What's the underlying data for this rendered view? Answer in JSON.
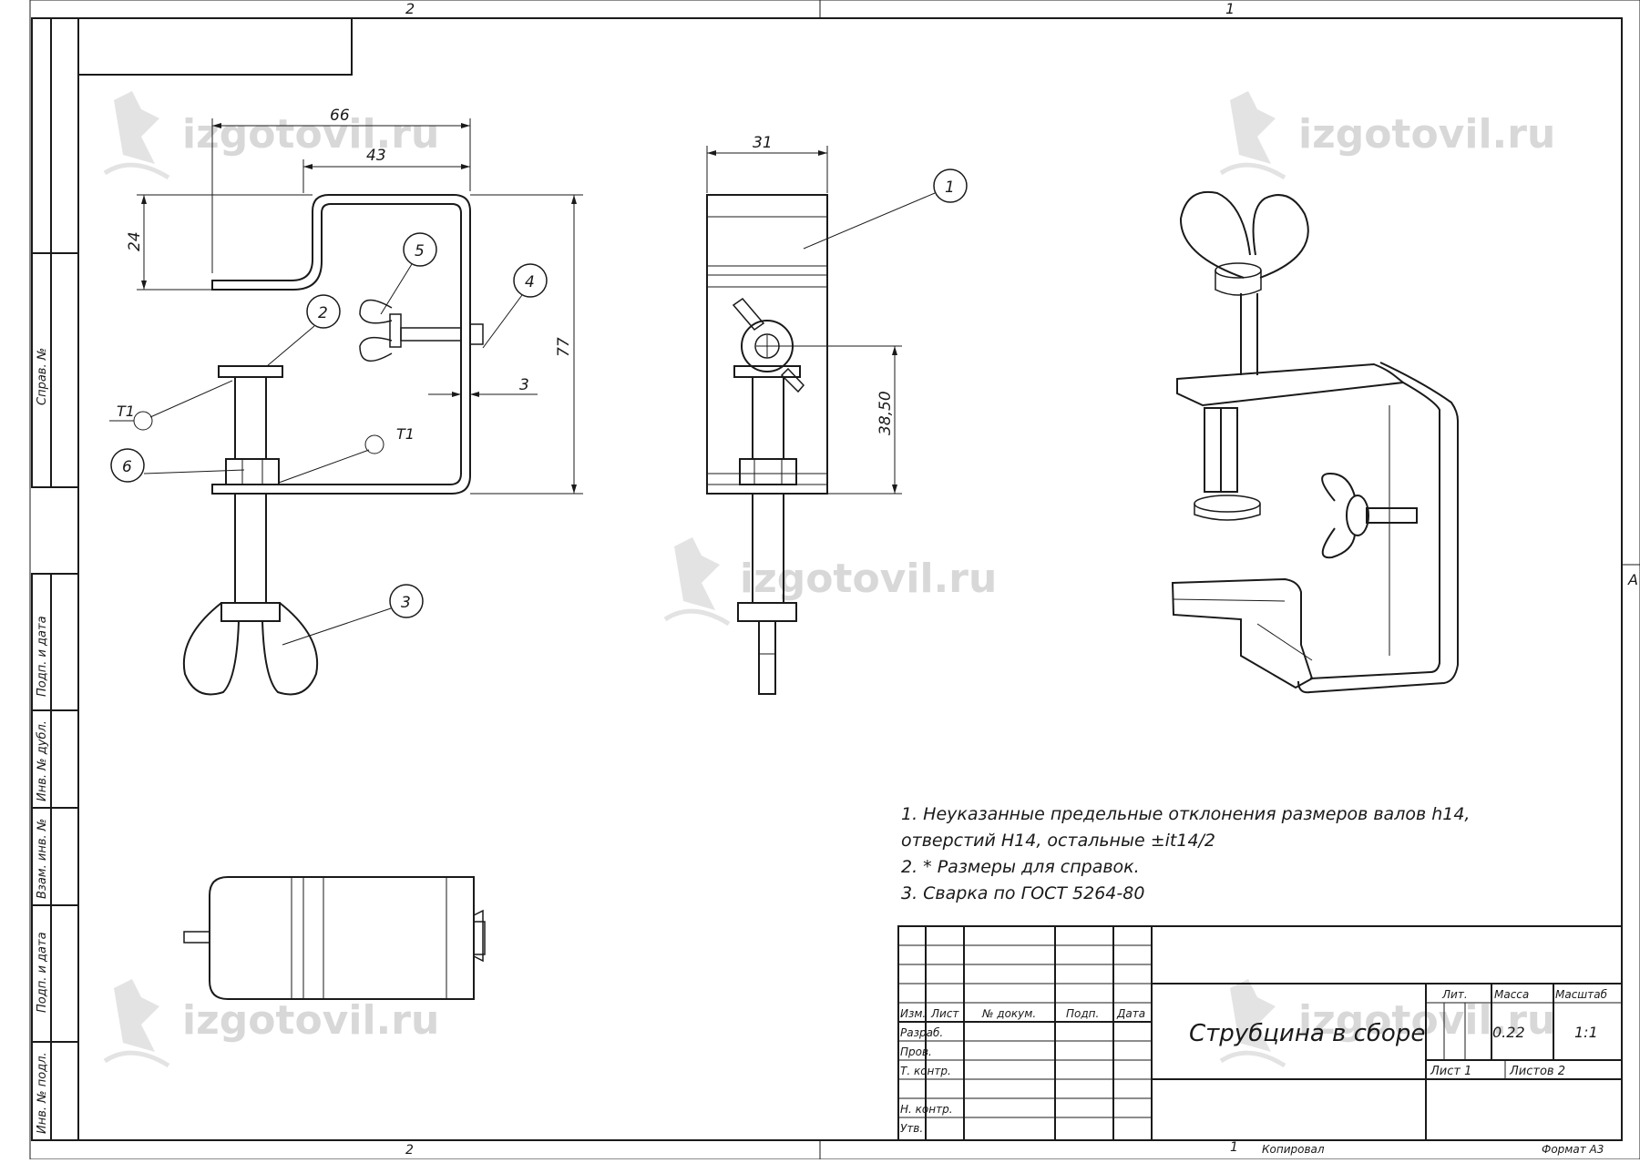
{
  "zones": {
    "top_left": "2",
    "top_right": "1",
    "bottom_left": "2",
    "bottom_right": "1",
    "right_side": "A"
  },
  "watermark": "izgotovil.ru",
  "side_stamps": [
    "Справ. №",
    "Подп. и дата",
    "Инв. № дубл.",
    "Взам. инв. №",
    "Подп. и дата",
    "Инв. № подл."
  ],
  "dimensions": {
    "front_width": "66",
    "front_inner": "43",
    "front_height_top": "24",
    "front_total": "77",
    "front_gap": "3",
    "side_width": "31",
    "side_height": "38,50"
  },
  "leaders": [
    "1",
    "2",
    "3",
    "4",
    "5",
    "6"
  ],
  "weld_marks": [
    "T1",
    "T1"
  ],
  "notes": [
    "1.    Неуказанные предельные отклонения размеров валов h14,",
    "отверстий H14, остальные ±it14/2",
    "2.   * Размеры для справок.",
    "3.    Сварка по ГОСТ 5264-80"
  ],
  "title_block": {
    "headers": [
      "Изм.",
      "Лист",
      "№ докум.",
      "Подп.",
      "Дата"
    ],
    "roles": [
      "Разраб.",
      "Пров.",
      "Т. контр.",
      "Н. контр.",
      "Утв."
    ],
    "title": "Струбцина в сборе",
    "lit_label": "Лит.",
    "mass_label": "Масса",
    "scale_label": "Масштаб",
    "mass": "0.22",
    "scale": "1:1",
    "sheet": "Лист 1",
    "sheets": "Листов 2"
  },
  "footer": {
    "copied": "Копировал",
    "format": "Формат A3",
    "copy_num": "1"
  }
}
